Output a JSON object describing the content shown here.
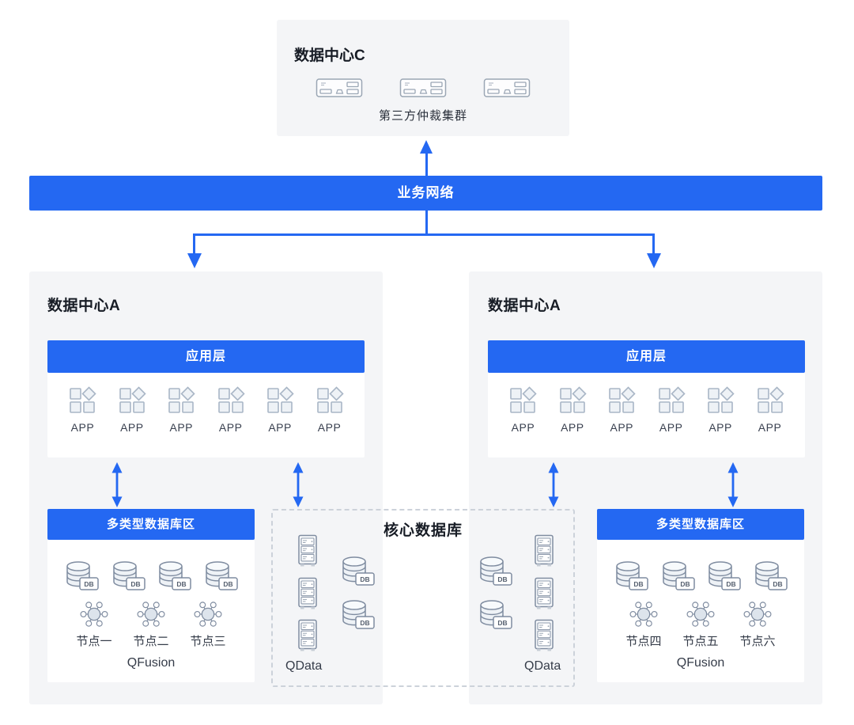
{
  "colors": {
    "accent": "#2468f2",
    "panel_bg": "#f4f5f7",
    "icon_stroke": "#7f8ca0"
  },
  "top_center": {
    "title": "数据中心C",
    "cluster_label": "第三方仲裁集群",
    "server_count": 3
  },
  "network_banner": {
    "label": "业务网络"
  },
  "dc_left": {
    "title": "数据中心A",
    "app_layer_label": "应用层",
    "apps": [
      "APP",
      "APP",
      "APP",
      "APP",
      "APP",
      "APP"
    ],
    "db_zone_label": "多类型数据库区",
    "nodes": [
      "节点一",
      "节点二",
      "节点三"
    ],
    "product_label": "QFusion"
  },
  "dc_right": {
    "title": "数据中心A",
    "app_layer_label": "应用层",
    "apps": [
      "APP",
      "APP",
      "APP",
      "APP",
      "APP",
      "APP"
    ],
    "db_zone_label": "多类型数据库区",
    "nodes": [
      "节点四",
      "节点五",
      "节点六"
    ],
    "product_label": "QFusion"
  },
  "core_db": {
    "title": "核心数据库",
    "left_product_label": "QData",
    "right_product_label": "QData"
  },
  "icons": {
    "db_tag": "DB",
    "app": "app-grid-icon",
    "database": "database-icon",
    "node": "cluster-node-icon",
    "tower_server": "rack-server-icon",
    "server_1u": "server-icon",
    "double_arrow": "double-arrow-icon"
  }
}
